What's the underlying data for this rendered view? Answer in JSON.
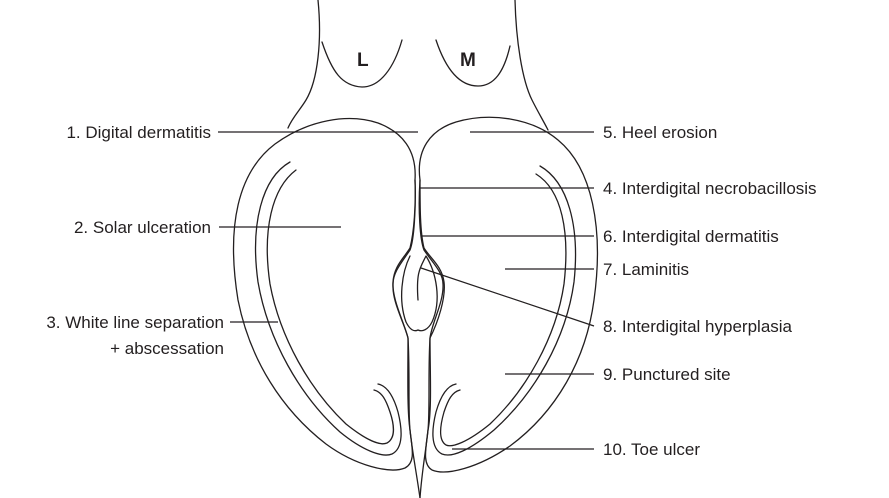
{
  "regions": {
    "lateral": "L",
    "medial": "M"
  },
  "labels": {
    "digital_dermatitis": "1. Digital dermatitis",
    "solar_ulceration": "2. Solar ulceration",
    "white_line_line1": "3. White line separation",
    "white_line_line2": "+ abscessation",
    "interdigital_necrobacillosis": "4. Interdigital necrobacillosis",
    "heel_erosion": "5. Heel erosion",
    "interdigital_dermatitis": "6. Interdigital dermatitis",
    "laminitis": "7. Laminitis",
    "interdigital_hyperplasia": "8. Interdigital hyperplasia",
    "punctured_site": "9. Punctured site",
    "toe_ulcer": "10. Toe ulcer"
  },
  "colors": {
    "ink": "#231f20",
    "background": "#ffffff"
  }
}
